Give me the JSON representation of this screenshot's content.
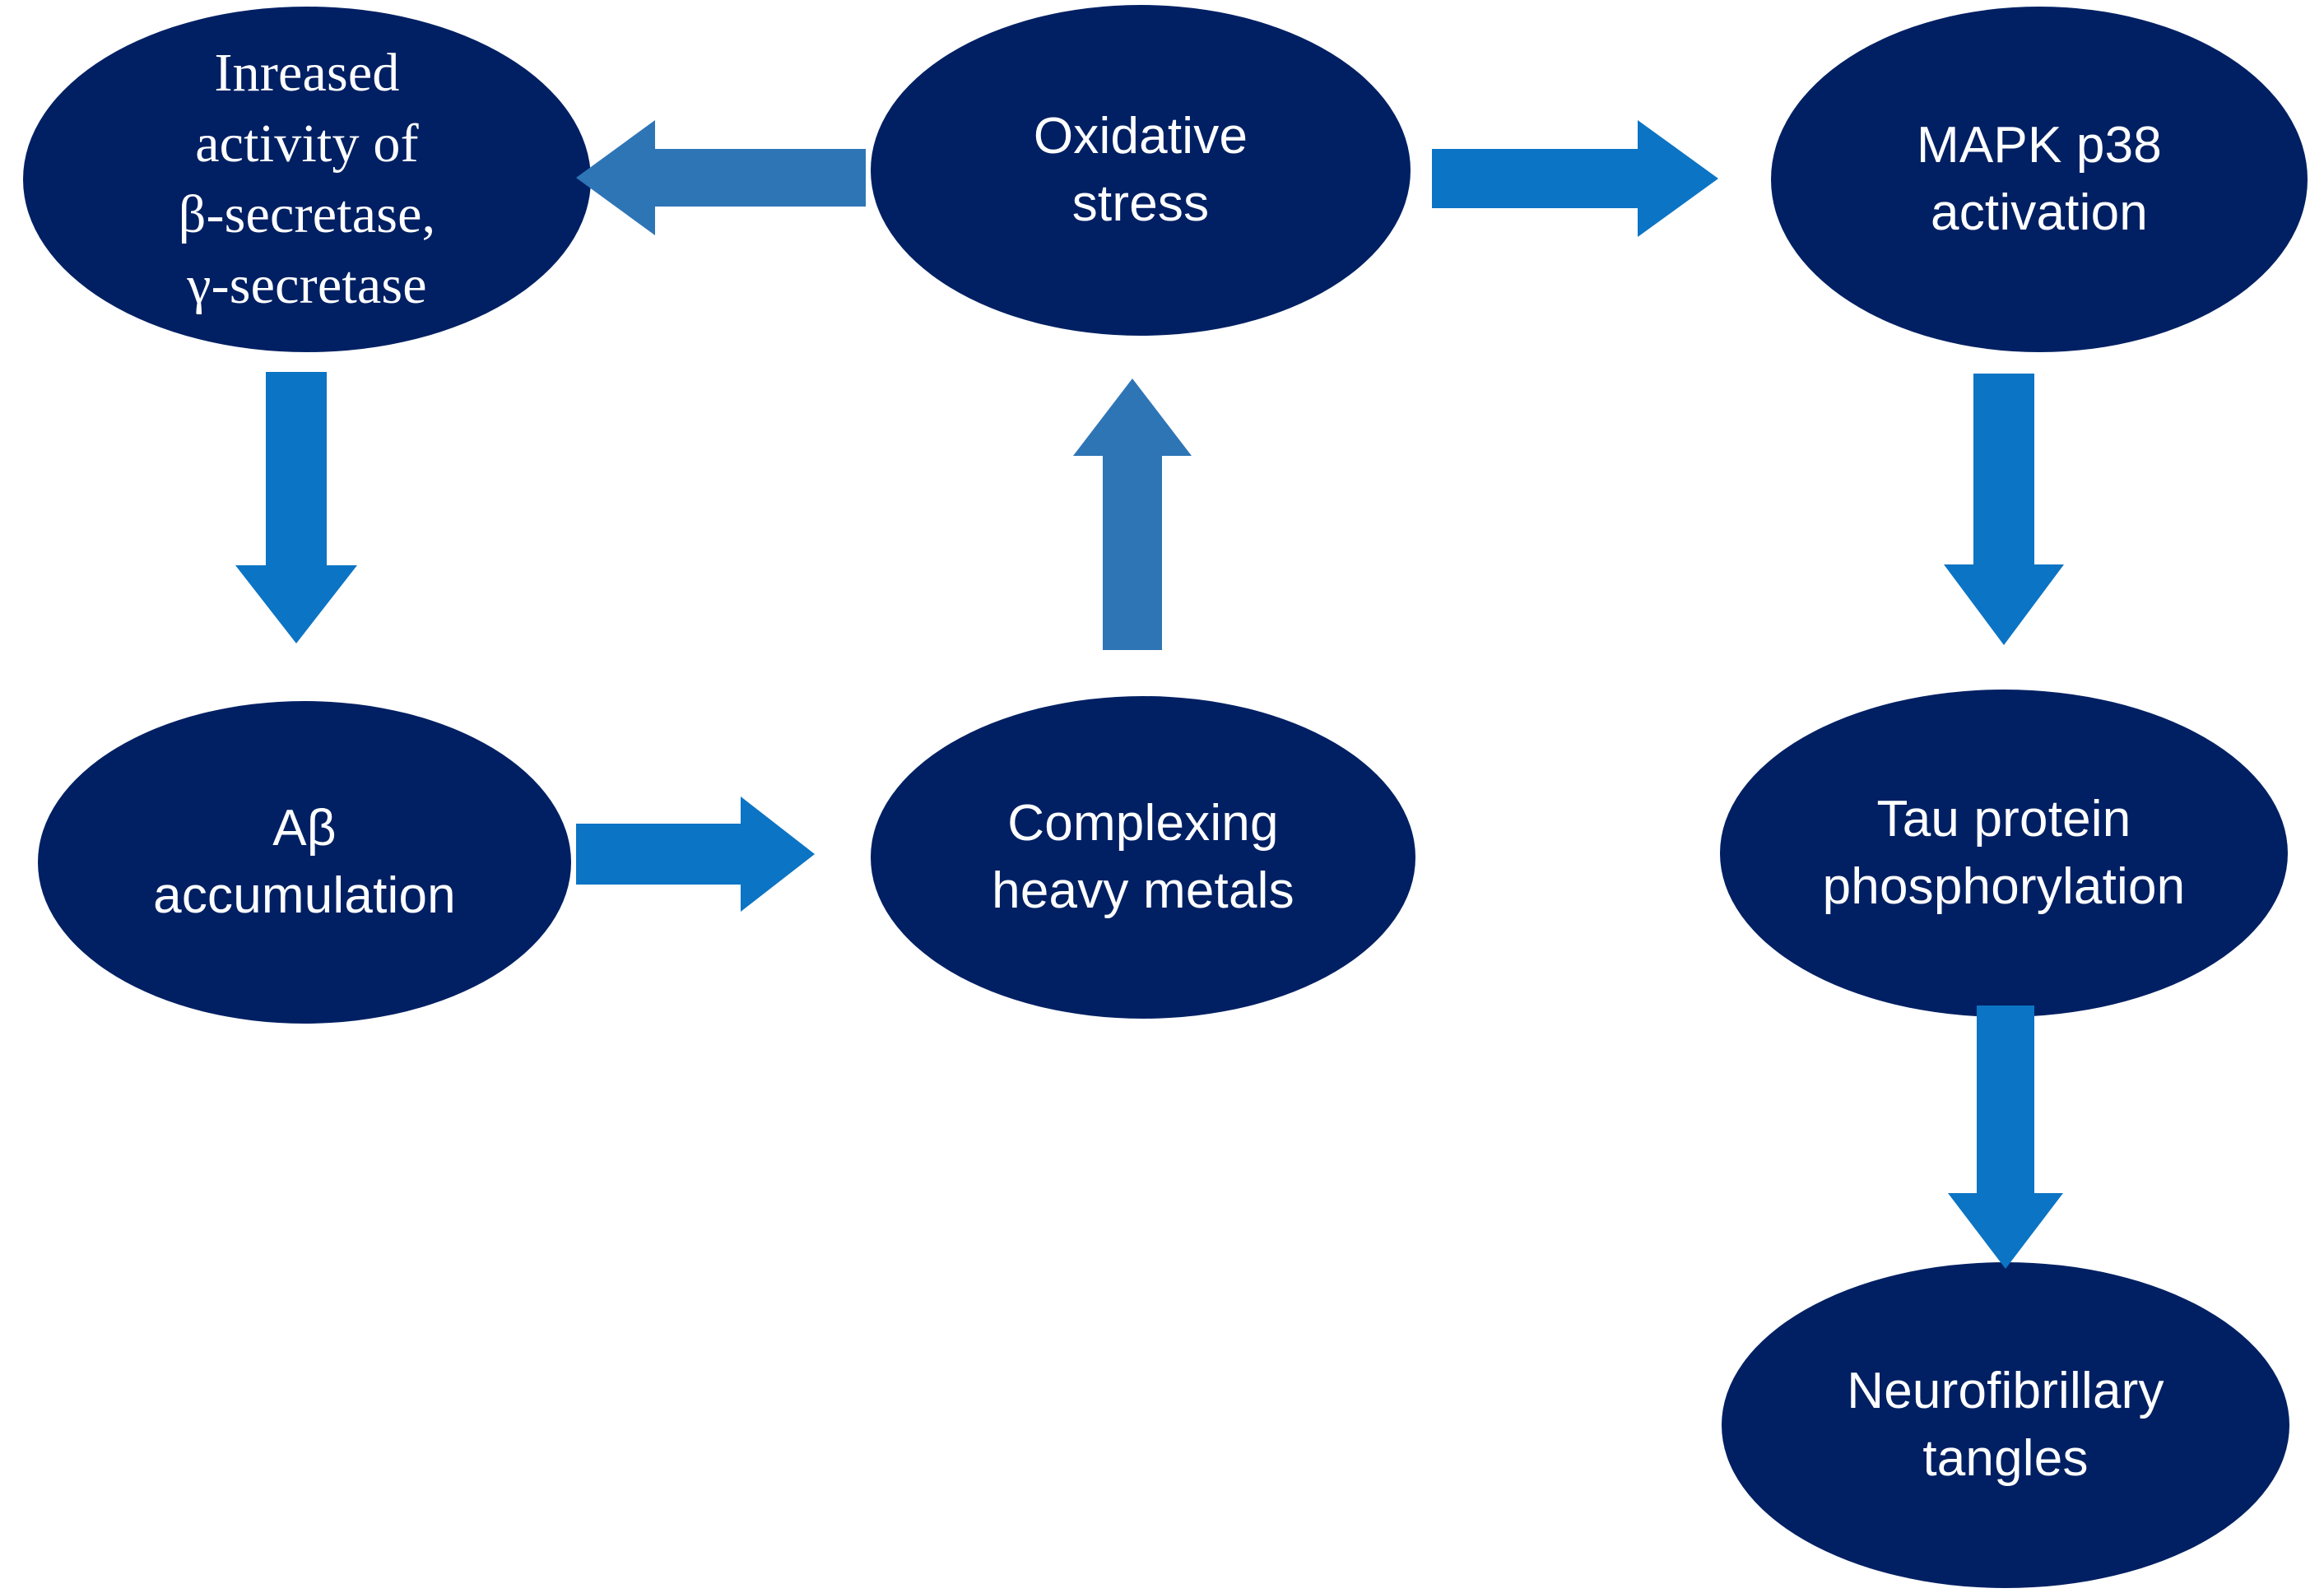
{
  "diagram": {
    "title": "Alzheimer's disease oxidative stress pathway flowchart",
    "colors": {
      "node_fill": "#012063",
      "node_text": "#ffffff",
      "arrow_medium_blue": "#2E75B6",
      "arrow_bright_blue": "#0C74C4",
      "background": "#ffffff"
    },
    "nodes": [
      {
        "id": "secretase",
        "label": "Inreased\nactivity of\nβ-secretase,\nγ-secretase",
        "shape": "ellipse"
      },
      {
        "id": "oxidative",
        "label": "Oxidative\nstress",
        "shape": "ellipse"
      },
      {
        "id": "mapk",
        "label": "MAPK p38\nactivation",
        "shape": "ellipse"
      },
      {
        "id": "abeta",
        "label": "Aβ\naccumulation",
        "shape": "ellipse"
      },
      {
        "id": "complexing",
        "label": "Complexing\nheavy metals",
        "shape": "ellipse"
      },
      {
        "id": "tau",
        "label": "Tau protein\nphosphorylation",
        "shape": "ellipse"
      },
      {
        "id": "tangles",
        "label": "Neurofibrillary\ntangles",
        "shape": "ellipse"
      }
    ],
    "edges": [
      {
        "id": "oxidative-to-secretase",
        "from": "oxidative",
        "to": "secretase",
        "direction": "left",
        "color": "#2E75B6"
      },
      {
        "id": "oxidative-to-mapk",
        "from": "oxidative",
        "to": "mapk",
        "direction": "right",
        "color": "#0C74C4"
      },
      {
        "id": "secretase-to-abeta",
        "from": "secretase",
        "to": "abeta",
        "direction": "down",
        "color": "#0C74C4"
      },
      {
        "id": "complexing-to-oxidative",
        "from": "complexing",
        "to": "oxidative",
        "direction": "up",
        "color": "#2E75B6"
      },
      {
        "id": "mapk-to-tau",
        "from": "mapk",
        "to": "tau",
        "direction": "down",
        "color": "#0C74C4"
      },
      {
        "id": "abeta-to-complexing",
        "from": "abeta",
        "to": "complexing",
        "direction": "right",
        "color": "#0C74C4"
      },
      {
        "id": "tau-to-tangles",
        "from": "tau",
        "to": "tangles",
        "direction": "down",
        "color": "#0C74C4"
      }
    ]
  }
}
